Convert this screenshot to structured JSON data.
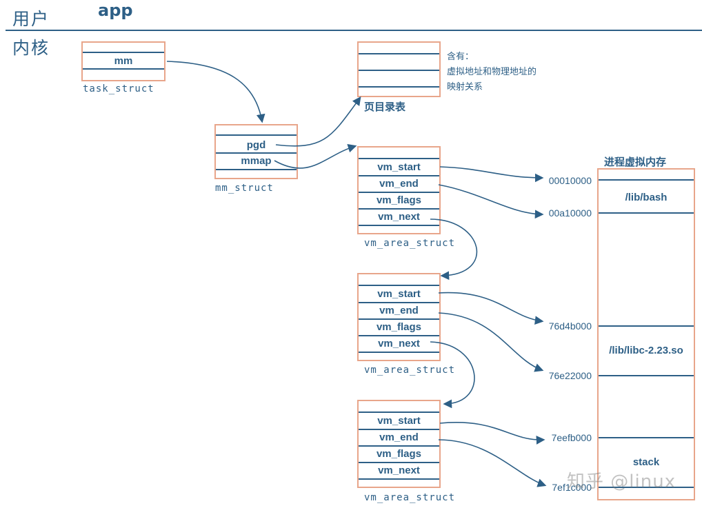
{
  "header": {
    "user_space": "用户",
    "app": "app",
    "kernel_space": "内核"
  },
  "task_struct": {
    "field": "mm",
    "name": "task_struct"
  },
  "mm_struct": {
    "fields": [
      "pgd",
      "mmap"
    ],
    "name": "mm_struct"
  },
  "page_directory": {
    "name": "页目录表",
    "note_lines": [
      "含有：",
      "虚拟地址和物理地址的",
      "映射关系"
    ]
  },
  "vm_area_structs": [
    {
      "fields": [
        "vm_start",
        "vm_end",
        "vm_flags",
        "vm_next"
      ],
      "name": "vm_area_struct"
    },
    {
      "fields": [
        "vm_start",
        "vm_end",
        "vm_flags",
        "vm_next"
      ],
      "name": "vm_area_struct"
    },
    {
      "fields": [
        "vm_start",
        "vm_end",
        "vm_flags",
        "vm_next"
      ],
      "name": "vm_area_struct"
    }
  ],
  "process_memory": {
    "title": "进程虚拟内存",
    "segments": [
      "/lib/bash",
      "/lib/libc-2.23.so",
      "stack"
    ],
    "addresses": [
      "00010000",
      "00a10000",
      "76d4b000",
      "76e22000",
      "7eefb000",
      "7ef1c000"
    ]
  },
  "watermark": "知乎 @linux",
  "colors": {
    "ink": "#2d5f86",
    "box_border": "#e8a58a"
  }
}
